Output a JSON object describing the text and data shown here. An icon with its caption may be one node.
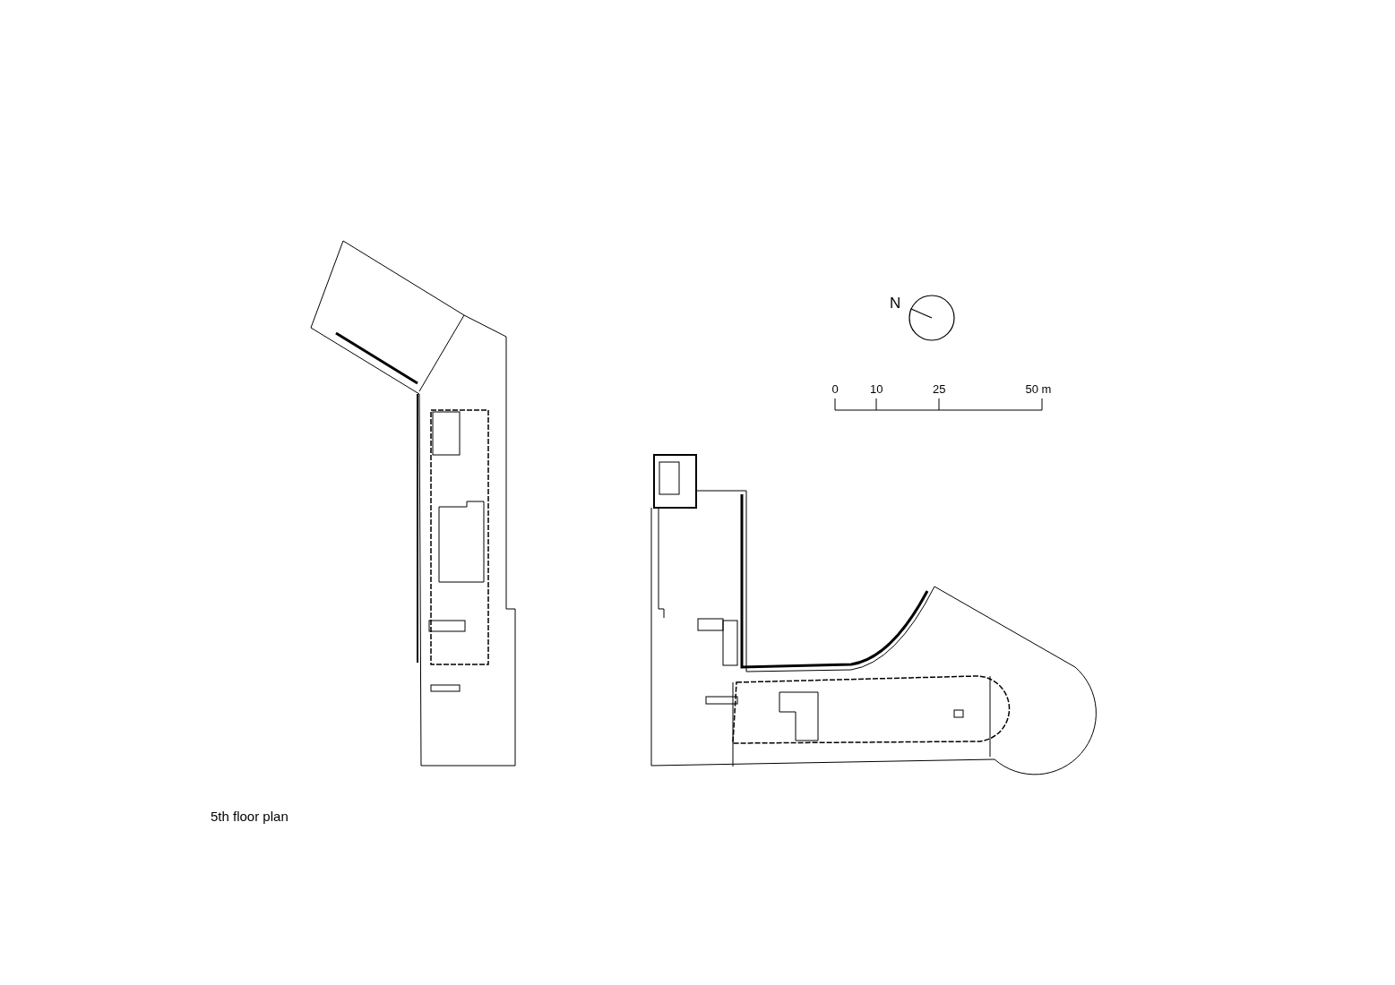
{
  "diagram": {
    "caption": "5th floor plan",
    "labels": [
      "N",
      "0",
      "10",
      "25",
      "50 m"
    ]
  }
}
